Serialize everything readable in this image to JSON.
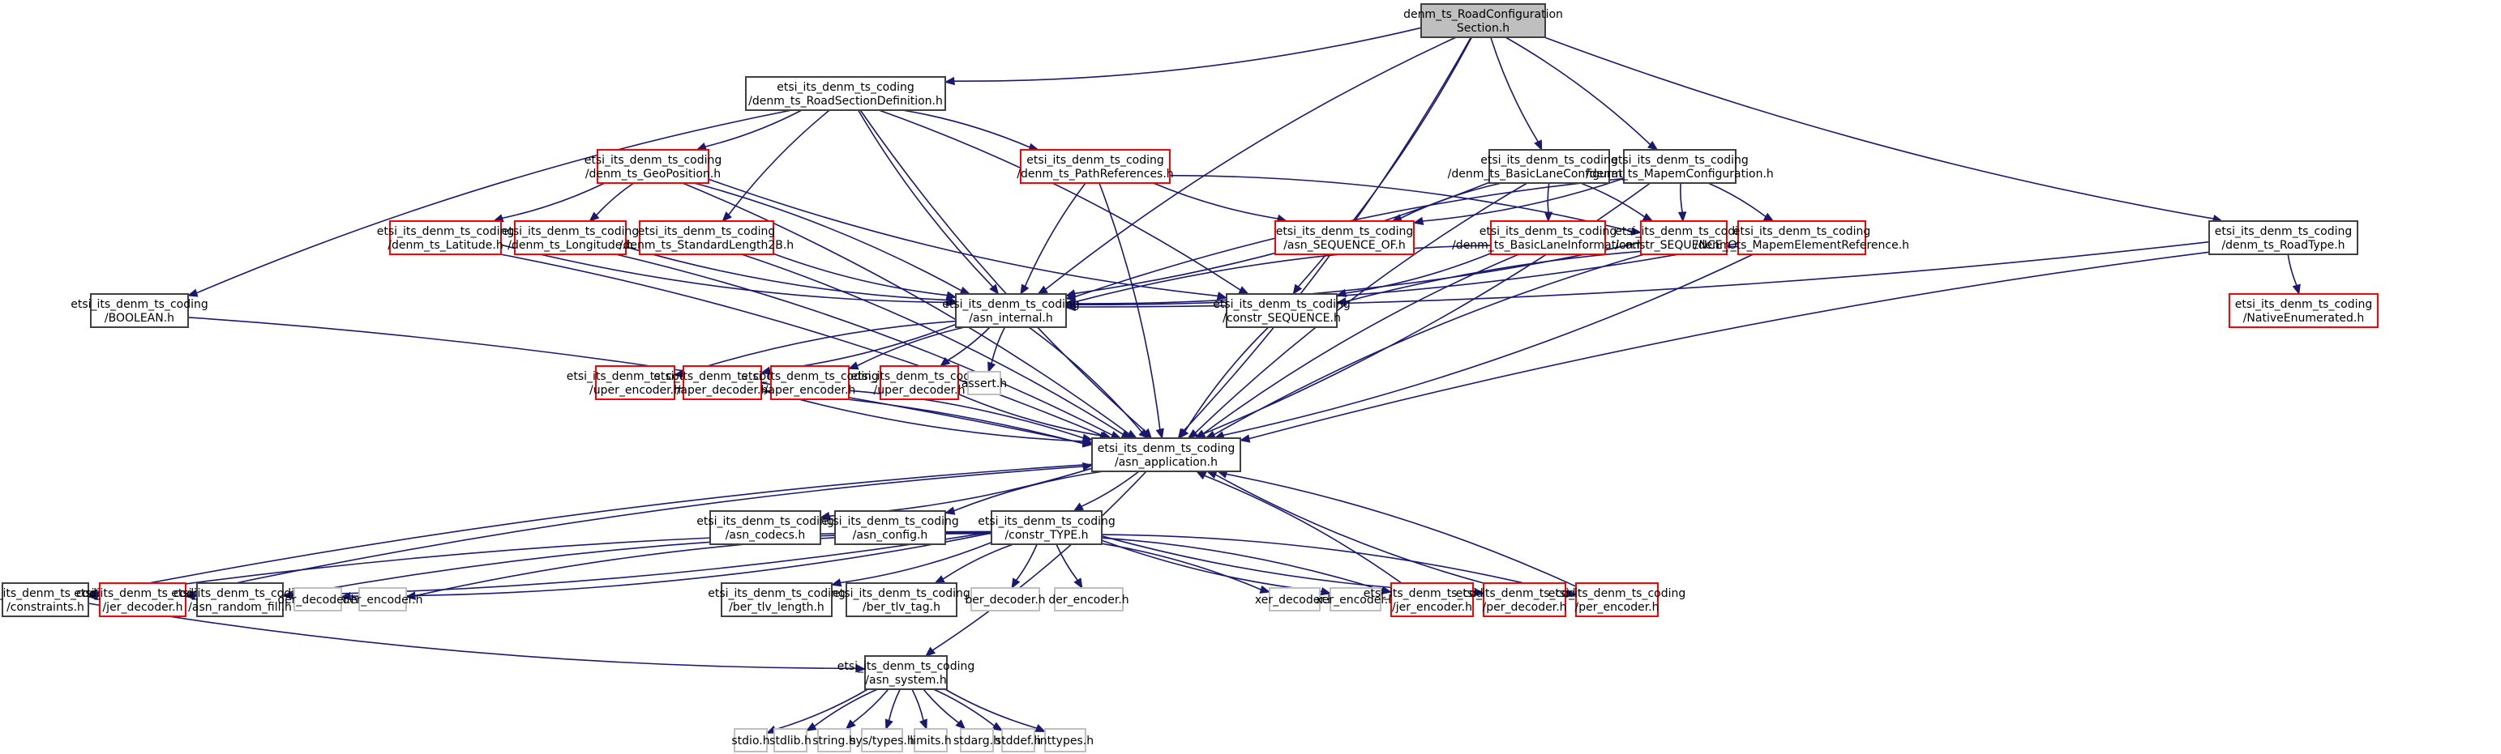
{
  "title": "Include dependency graph for denm_ts_RoadConfigurationSection.h",
  "colors": {
    "edge": "#191970",
    "root_fill": "#bfbfbf",
    "documented_border": "#404040",
    "undocumented_border": "#ff0000",
    "external_border": "#bfbfbf"
  },
  "nodes": [
    {
      "id": "root",
      "kind": "root",
      "lines": [
        "denm_ts_RoadConfiguration",
        "Section.h"
      ]
    },
    {
      "id": "RoadSectionDefinition",
      "kind": "documented",
      "lines": [
        "etsi_its_denm_ts_coding",
        "/denm_ts_RoadSectionDefinition.h"
      ]
    },
    {
      "id": "BOOLEAN",
      "kind": "documented",
      "lines": [
        "etsi_its_denm_ts_coding",
        "/BOOLEAN.h"
      ]
    },
    {
      "id": "GeoPosition",
      "kind": "undocumented",
      "lines": [
        "etsi_its_denm_ts_coding",
        "/denm_ts_GeoPosition.h"
      ]
    },
    {
      "id": "PathReferences",
      "kind": "undocumented",
      "lines": [
        "etsi_its_denm_ts_coding",
        "/denm_ts_PathReferences.h"
      ]
    },
    {
      "id": "BasicLaneConfiguration",
      "kind": "documented",
      "lines": [
        "etsi_its_denm_ts_coding",
        "/denm_ts_BasicLaneConfiguration.h"
      ]
    },
    {
      "id": "MapemConfiguration",
      "kind": "documented",
      "lines": [
        "etsi_its_denm_ts_coding",
        "/denm_ts_MapemConfiguration.h"
      ]
    },
    {
      "id": "RoadType",
      "kind": "documented",
      "lines": [
        "etsi_its_denm_ts_coding",
        "/denm_ts_RoadType.h"
      ]
    },
    {
      "id": "Latitude",
      "kind": "undocumented",
      "lines": [
        "etsi_its_denm_ts_coding",
        "/denm_ts_Latitude.h"
      ]
    },
    {
      "id": "Longitude",
      "kind": "undocumented",
      "lines": [
        "etsi_its_denm_ts_coding",
        "/denm_ts_Longitude.h"
      ]
    },
    {
      "id": "StandardLength2B",
      "kind": "undocumented",
      "lines": [
        "etsi_its_denm_ts_coding",
        "/denm_ts_StandardLength2B.h"
      ]
    },
    {
      "id": "asn_SEQUENCE_OF",
      "kind": "undocumented",
      "lines": [
        "etsi_its_denm_ts_coding",
        "/asn_SEQUENCE_OF.h"
      ]
    },
    {
      "id": "BasicLaneInformation",
      "kind": "undocumented",
      "lines": [
        "etsi_its_denm_ts_coding",
        "/denm_ts_BasicLaneInformation.h"
      ]
    },
    {
      "id": "constr_SEQUENCE_OF",
      "kind": "undocumented",
      "lines": [
        "etsi_its_denm_ts_coding",
        "/constr_SEQUENCE_OF.h"
      ]
    },
    {
      "id": "MapemElementReference",
      "kind": "undocumented",
      "lines": [
        "etsi_its_denm_ts_coding",
        "/denm_ts_MapemElementReference.h"
      ]
    },
    {
      "id": "NativeEnumerated",
      "kind": "undocumented",
      "lines": [
        "etsi_its_denm_ts_coding",
        "/NativeEnumerated.h"
      ]
    },
    {
      "id": "asn_internal",
      "kind": "documented",
      "lines": [
        "etsi_its_denm_ts_coding",
        "/asn_internal.h"
      ]
    },
    {
      "id": "constr_SEQUENCE",
      "kind": "documented",
      "lines": [
        "etsi_its_denm_ts_coding",
        "/constr_SEQUENCE.h"
      ]
    },
    {
      "id": "uper_encoder",
      "kind": "undocumented",
      "lines": [
        "etsi_its_denm_ts_coding",
        "/uper_encoder.h"
      ]
    },
    {
      "id": "aper_decoder",
      "kind": "undocumented",
      "lines": [
        "etsi_its_denm_ts_coding",
        "/aper_decoder.h"
      ]
    },
    {
      "id": "aper_encoder",
      "kind": "undocumented",
      "lines": [
        "etsi_its_denm_ts_coding",
        "/aper_encoder.h"
      ]
    },
    {
      "id": "uper_decoder",
      "kind": "undocumented",
      "lines": [
        "etsi_its_denm_ts_coding",
        "/uper_decoder.h"
      ]
    },
    {
      "id": "assert",
      "kind": "external",
      "lines": [
        "assert.h"
      ]
    },
    {
      "id": "asn_application",
      "kind": "documented",
      "lines": [
        "etsi_its_denm_ts_coding",
        "/asn_application.h"
      ]
    },
    {
      "id": "asn_codecs",
      "kind": "documented",
      "lines": [
        "etsi_its_denm_ts_coding",
        "/asn_codecs.h"
      ]
    },
    {
      "id": "asn_config",
      "kind": "documented",
      "lines": [
        "etsi_its_denm_ts_coding",
        "/asn_config.h"
      ]
    },
    {
      "id": "constr_TYPE",
      "kind": "documented",
      "lines": [
        "etsi_its_denm_ts_coding",
        "/constr_TYPE.h"
      ]
    },
    {
      "id": "constraints",
      "kind": "documented",
      "lines": [
        "etsi_its_denm_ts_coding",
        "/constraints.h"
      ]
    },
    {
      "id": "jer_decoder",
      "kind": "undocumented",
      "lines": [
        "etsi_its_denm_ts_coding",
        "/jer_decoder.h"
      ]
    },
    {
      "id": "asn_random_fill",
      "kind": "documented",
      "lines": [
        "etsi_its_denm_ts_coding",
        "/asn_random_fill.h"
      ]
    },
    {
      "id": "oer_decoder",
      "kind": "external",
      "lines": [
        "oer_decoder.h"
      ]
    },
    {
      "id": "oer_encoder",
      "kind": "external",
      "lines": [
        "oer_encoder.h"
      ]
    },
    {
      "id": "ber_tlv_length",
      "kind": "documented",
      "lines": [
        "etsi_its_denm_ts_coding",
        "/ber_tlv_length.h"
      ]
    },
    {
      "id": "ber_tlv_tag",
      "kind": "documented",
      "lines": [
        "etsi_its_denm_ts_coding",
        "/ber_tlv_tag.h"
      ]
    },
    {
      "id": "ber_decoder",
      "kind": "external",
      "lines": [
        "ber_decoder.h"
      ]
    },
    {
      "id": "der_encoder",
      "kind": "external",
      "lines": [
        "der_encoder.h"
      ]
    },
    {
      "id": "xer_decoder",
      "kind": "external",
      "lines": [
        "xer_decoder.h"
      ]
    },
    {
      "id": "xer_encoder",
      "kind": "external",
      "lines": [
        "xer_encoder.h"
      ]
    },
    {
      "id": "jer_encoder",
      "kind": "undocumented",
      "lines": [
        "etsi_its_denm_ts_coding",
        "/jer_encoder.h"
      ]
    },
    {
      "id": "per_decoder",
      "kind": "undocumented",
      "lines": [
        "etsi_its_denm_ts_coding",
        "/per_decoder.h"
      ]
    },
    {
      "id": "per_encoder",
      "kind": "undocumented",
      "lines": [
        "etsi_its_denm_ts_coding",
        "/per_encoder.h"
      ]
    },
    {
      "id": "asn_system",
      "kind": "documented",
      "lines": [
        "etsi_its_denm_ts_coding",
        "/asn_system.h"
      ]
    },
    {
      "id": "stdio",
      "kind": "external",
      "lines": [
        "stdio.h"
      ]
    },
    {
      "id": "stdlib",
      "kind": "external",
      "lines": [
        "stdlib.h"
      ]
    },
    {
      "id": "string",
      "kind": "external",
      "lines": [
        "string.h"
      ]
    },
    {
      "id": "sys_types",
      "kind": "external",
      "lines": [
        "sys/types.h"
      ]
    },
    {
      "id": "limits",
      "kind": "external",
      "lines": [
        "limits.h"
      ]
    },
    {
      "id": "stdarg",
      "kind": "external",
      "lines": [
        "stdarg.h"
      ]
    },
    {
      "id": "stddef",
      "kind": "external",
      "lines": [
        "stddef.h"
      ]
    },
    {
      "id": "inttypes",
      "kind": "external",
      "lines": [
        "inttypes.h"
      ]
    }
  ],
  "edges": [
    [
      "root",
      "RoadSectionDefinition"
    ],
    [
      "root",
      "asn_internal"
    ],
    [
      "root",
      "constr_SEQUENCE"
    ],
    [
      "root",
      "BasicLaneConfiguration"
    ],
    [
      "root",
      "MapemConfiguration"
    ],
    [
      "root",
      "RoadType"
    ],
    [
      "root",
      "asn_application"
    ],
    [
      "RoadSectionDefinition",
      "BOOLEAN"
    ],
    [
      "RoadSectionDefinition",
      "GeoPosition"
    ],
    [
      "RoadSectionDefinition",
      "StandardLength2B"
    ],
    [
      "RoadSectionDefinition",
      "PathReferences"
    ],
    [
      "RoadSectionDefinition",
      "asn_internal"
    ],
    [
      "RoadSectionDefinition",
      "constr_SEQUENCE"
    ],
    [
      "RoadSectionDefinition",
      "asn_application"
    ],
    [
      "GeoPosition",
      "Latitude"
    ],
    [
      "GeoPosition",
      "Longitude"
    ],
    [
      "GeoPosition",
      "asn_internal"
    ],
    [
      "GeoPosition",
      "constr_SEQUENCE"
    ],
    [
      "GeoPosition",
      "asn_application"
    ],
    [
      "PathReferences",
      "asn_SEQUENCE_OF"
    ],
    [
      "PathReferences",
      "constr_SEQUENCE_OF"
    ],
    [
      "PathReferences",
      "asn_internal"
    ],
    [
      "PathReferences",
      "asn_application"
    ],
    [
      "Latitude",
      "asn_internal"
    ],
    [
      "Latitude",
      "asn_application"
    ],
    [
      "Longitude",
      "asn_internal"
    ],
    [
      "Longitude",
      "asn_application"
    ],
    [
      "StandardLength2B",
      "asn_internal"
    ],
    [
      "StandardLength2B",
      "asn_application"
    ],
    [
      "BasicLaneConfiguration",
      "asn_SEQUENCE_OF"
    ],
    [
      "BasicLaneConfiguration",
      "constr_SEQUENCE_OF"
    ],
    [
      "BasicLaneConfiguration",
      "BasicLaneInformation"
    ],
    [
      "BasicLaneConfiguration",
      "asn_internal"
    ],
    [
      "BasicLaneConfiguration",
      "asn_application"
    ],
    [
      "MapemConfiguration",
      "asn_SEQUENCE_OF"
    ],
    [
      "MapemConfiguration",
      "constr_SEQUENCE_OF"
    ],
    [
      "MapemConfiguration",
      "MapemElementReference"
    ],
    [
      "MapemConfiguration",
      "asn_internal"
    ],
    [
      "MapemConfiguration",
      "asn_application"
    ],
    [
      "BasicLaneInformation",
      "asn_internal"
    ],
    [
      "BasicLaneInformation",
      "constr_SEQUENCE"
    ],
    [
      "BasicLaneInformation",
      "asn_application"
    ],
    [
      "constr_SEQUENCE_OF",
      "asn_internal"
    ],
    [
      "constr_SEQUENCE_OF",
      "asn_application"
    ],
    [
      "MapemElementReference",
      "asn_internal"
    ],
    [
      "MapemElementReference",
      "constr_SEQUENCE"
    ],
    [
      "MapemElementReference",
      "asn_application"
    ],
    [
      "RoadType",
      "NativeEnumerated"
    ],
    [
      "RoadType",
      "asn_internal"
    ],
    [
      "RoadType",
      "asn_application"
    ],
    [
      "BOOLEAN",
      "asn_application"
    ],
    [
      "asn_internal",
      "uper_encoder"
    ],
    [
      "asn_internal",
      "aper_decoder"
    ],
    [
      "asn_internal",
      "aper_encoder"
    ],
    [
      "asn_internal",
      "uper_decoder"
    ],
    [
      "asn_internal",
      "assert"
    ],
    [
      "asn_internal",
      "asn_application"
    ],
    [
      "constr_SEQUENCE",
      "asn_application"
    ],
    [
      "uper_encoder",
      "asn_application"
    ],
    [
      "aper_decoder",
      "asn_application"
    ],
    [
      "aper_encoder",
      "asn_application"
    ],
    [
      "uper_decoder",
      "asn_application"
    ],
    [
      "asn_application",
      "asn_codecs"
    ],
    [
      "asn_application",
      "asn_config"
    ],
    [
      "asn_application",
      "constr_TYPE"
    ],
    [
      "asn_application",
      "constraints"
    ],
    [
      "asn_application",
      "asn_system"
    ],
    [
      "constr_TYPE",
      "constraints"
    ],
    [
      "constr_TYPE",
      "jer_decoder"
    ],
    [
      "constr_TYPE",
      "asn_random_fill"
    ],
    [
      "constr_TYPE",
      "oer_decoder"
    ],
    [
      "constr_TYPE",
      "oer_encoder"
    ],
    [
      "constr_TYPE",
      "ber_tlv_length"
    ],
    [
      "constr_TYPE",
      "ber_tlv_tag"
    ],
    [
      "constr_TYPE",
      "ber_decoder"
    ],
    [
      "constr_TYPE",
      "der_encoder"
    ],
    [
      "constr_TYPE",
      "xer_decoder"
    ],
    [
      "constr_TYPE",
      "xer_encoder"
    ],
    [
      "constr_TYPE",
      "jer_encoder"
    ],
    [
      "constr_TYPE",
      "per_decoder"
    ],
    [
      "constr_TYPE",
      "per_encoder"
    ],
    [
      "constraints",
      "asn_system"
    ],
    [
      "jer_decoder",
      "asn_application"
    ],
    [
      "jer_encoder",
      "asn_application"
    ],
    [
      "per_decoder",
      "asn_application"
    ],
    [
      "per_encoder",
      "asn_application"
    ],
    [
      "asn_system",
      "stdio"
    ],
    [
      "asn_system",
      "stdlib"
    ],
    [
      "asn_system",
      "string"
    ],
    [
      "asn_system",
      "sys_types"
    ],
    [
      "asn_system",
      "limits"
    ],
    [
      "asn_system",
      "stdarg"
    ],
    [
      "asn_system",
      "stddef"
    ],
    [
      "asn_system",
      "inttypes"
    ]
  ]
}
